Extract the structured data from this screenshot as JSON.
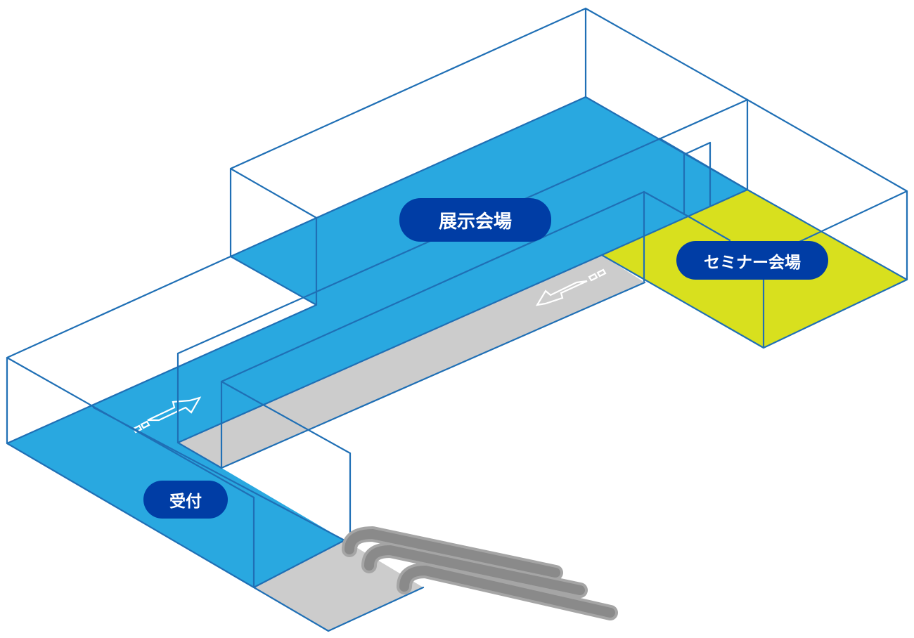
{
  "labels": {
    "exhibition_hall": "展示会場",
    "seminar_hall": "セミナー会場",
    "reception": "受付"
  },
  "colors": {
    "exhibition_floor": "#29A8E0",
    "seminar_floor": "#D8E01E",
    "corridor_floor": "#CCCCCC",
    "outline": "#1F6FB5",
    "label_bg": "#003DA5",
    "escalator": "#8A8A8A"
  },
  "icons": [
    "arrow-icon",
    "arrow-icon",
    "escalator-icon"
  ]
}
